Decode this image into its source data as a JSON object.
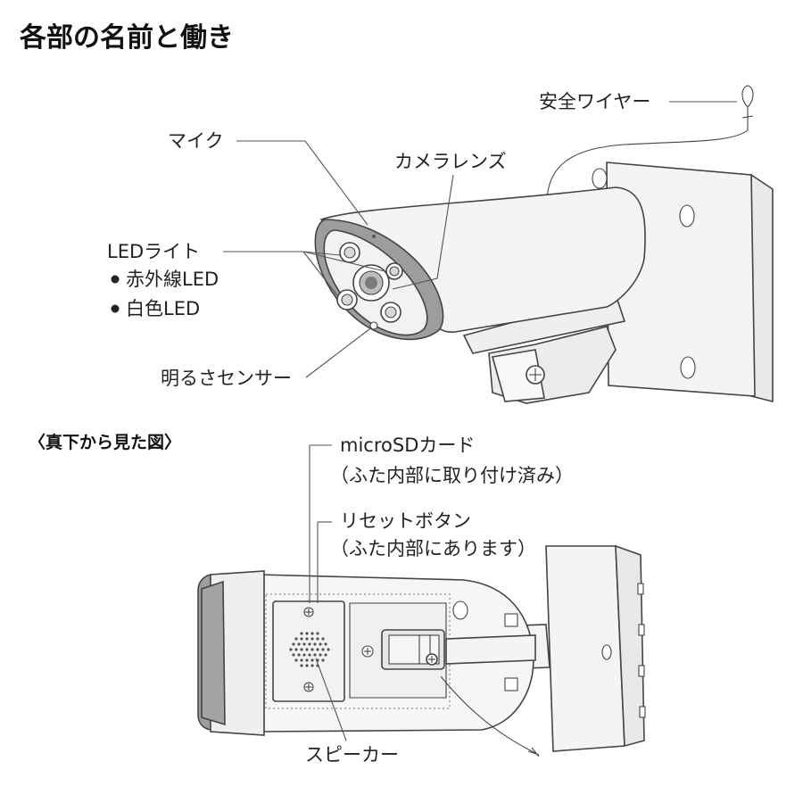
{
  "title": "各部の名前と働き",
  "labels": {
    "safety_wire": "安全ワイヤー",
    "mic": "マイク",
    "camera_lens": "カメラレンズ",
    "led_light": "LEDライト",
    "ir_led": "赤外線LED",
    "white_led": "白色LED",
    "light_sensor": "明るさセンサー",
    "bottom_view": "〈真下から見た図〉",
    "microsd": "microSDカード",
    "microsd_note": "（ふた内部に取り付け済み）",
    "reset": "リセットボタン",
    "reset_note": "（ふた内部にあります）",
    "speaker": "スピーカー"
  },
  "colors": {
    "camera_body": "#f4f4f4",
    "bezel_gray": "#9d9d9d",
    "outline": "#444444",
    "lens_dark": "#7a7a7a"
  }
}
